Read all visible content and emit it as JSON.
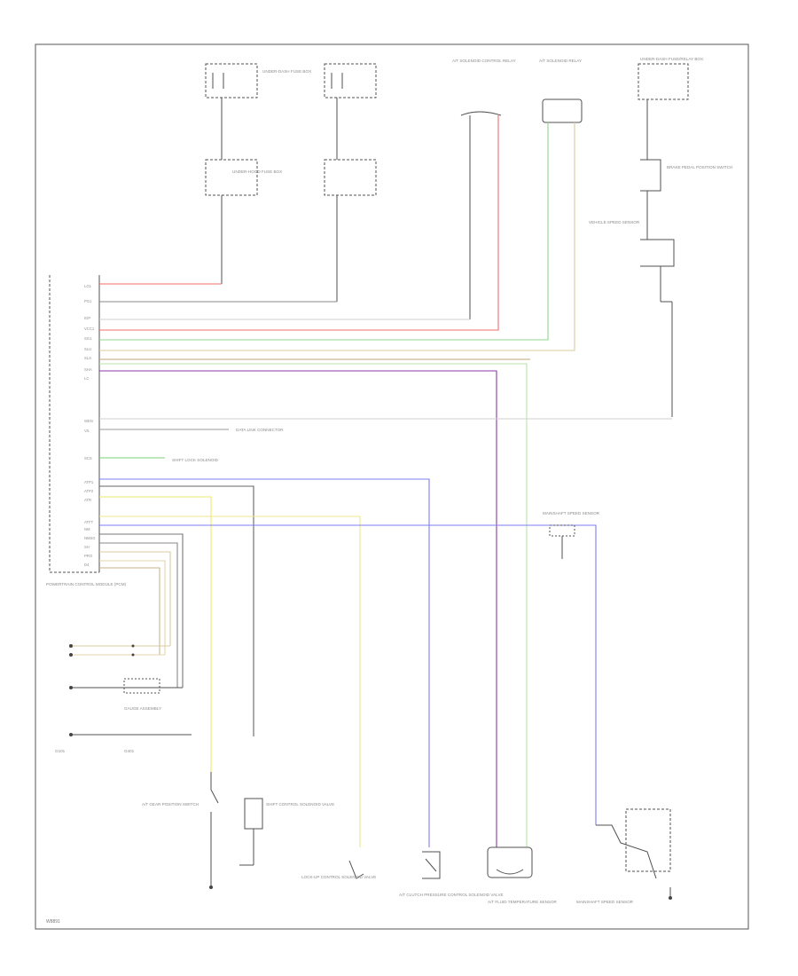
{
  "colors": {
    "red": "#f26d6d",
    "gray": "#9a9a9a",
    "white": "#d6d6d6",
    "green": "#8fd98f",
    "tan": "#d9cba0",
    "lightgreen": "#b9e4a5",
    "purple": "#8a3aa3",
    "blue": "#7d7df0",
    "yellow": "#eaea6a",
    "dark": "#505050"
  },
  "labels": {
    "top_left_fuse_a": "UNDER-DASH FUSE BOX",
    "top_left_fuse_b": "UNDER-HOOD FUSE BOX",
    "top_mid_relay_a": "A/T SOLENOID CONTROL RELAY",
    "top_mid_relay_b": "A/T SOLENOID RELAY",
    "top_right_box": "UNDER-DASH FUSE/RELAY BOX",
    "right_switch": "BRAKE PEDAL POSITION SWITCH",
    "right_sensor": "VEHICLE SPEED SENSOR",
    "pcm": "POWERTRAIN CONTROL MODULE (PCM)",
    "data_link": "DATA LINK CONNECTOR",
    "shift_lock": "SHIFT LOCK SOLENOID",
    "gauge": "GAUGE ASSEMBLY",
    "ground_a": "G101",
    "ground_b": "G401",
    "bottom_1": "A/T GEAR POSITION SWITCH",
    "bottom_2": "SHIFT CONTROL SOLENOID VALVE",
    "bottom_3": "LOCK-UP CONTROL SOLENOID VALVE",
    "bottom_4": "A/T CLUTCH PRESSURE CONTROL SOLENOID VALVE",
    "bottom_5": "A/T FLUID TEMPERATURE SENSOR",
    "bottom_6": "MAINSHAFT SPEED SENSOR",
    "footer": "W8891"
  }
}
